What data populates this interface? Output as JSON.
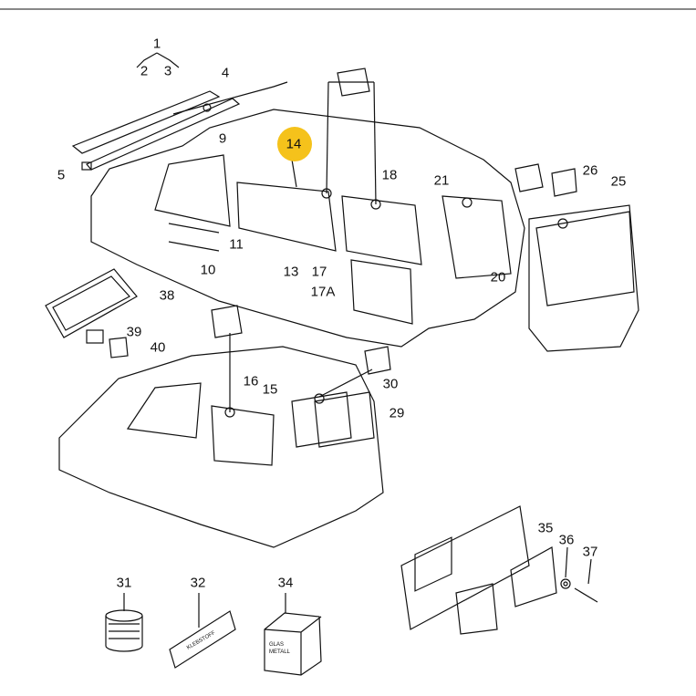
{
  "diagram": {
    "highlight_color": "#F5C21B",
    "highlighted_part": "14",
    "part_labels": [
      "1",
      "2",
      "3",
      "4",
      "5",
      "9",
      "14",
      "18",
      "21",
      "26",
      "25",
      "11",
      "10",
      "13",
      "17",
      "17A",
      "20",
      "38",
      "39",
      "40",
      "16",
      "15",
      "30",
      "29",
      "31",
      "32",
      "34",
      "35",
      "36",
      "37"
    ],
    "package_text": {
      "adhesive": "KLEBSTOFF",
      "box_line1": "GLAS",
      "box_line2": "METALL"
    }
  }
}
